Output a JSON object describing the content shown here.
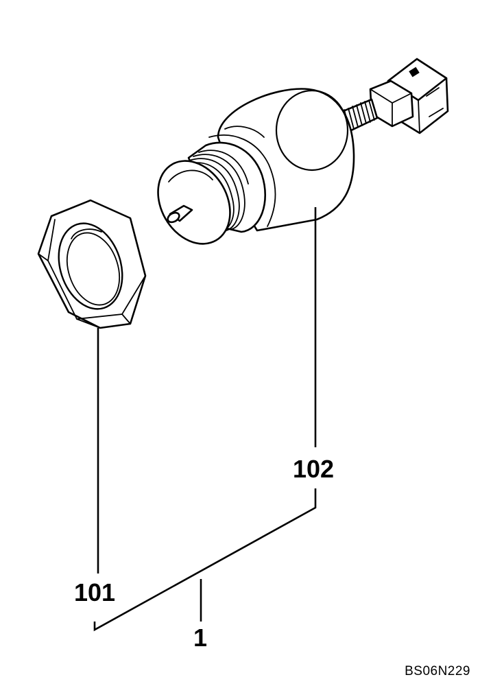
{
  "diagram": {
    "callouts": {
      "assembly": "1",
      "nut": "101",
      "sensor": "102"
    },
    "drawing_code": "BS06N229"
  }
}
